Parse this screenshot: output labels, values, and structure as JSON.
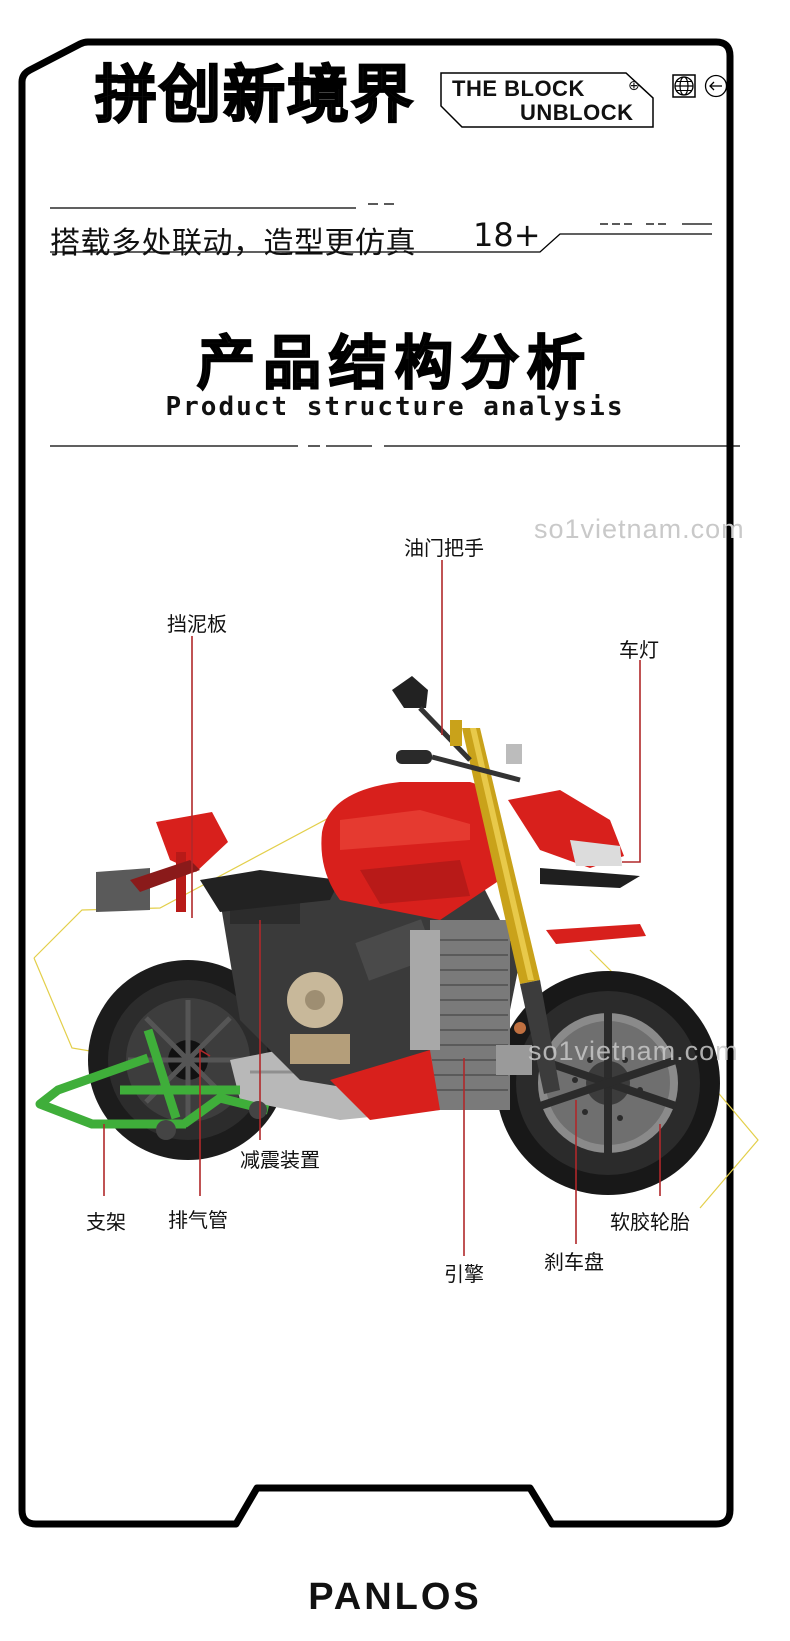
{
  "header": {
    "title": "拼创新境界",
    "tag_line1": "THE BLOCK",
    "tag_line2": "UNBLOCK",
    "tag_symbol": "⊕",
    "icons": [
      "globe-icon",
      "back-arrow-icon"
    ]
  },
  "subtitle": {
    "text": "搭载多处联动，造型更仿真",
    "age": "18+"
  },
  "section": {
    "title": "产品结构分析",
    "subtitle": "Product structure analysis"
  },
  "diagram": {
    "callouts": [
      {
        "label": "油门把手",
        "meaning": "throttle grip"
      },
      {
        "label": "挡泥板",
        "meaning": "fender"
      },
      {
        "label": "车灯",
        "meaning": "headlight"
      },
      {
        "label": "减震装置",
        "meaning": "shock absorber"
      },
      {
        "label": "支架",
        "meaning": "stand"
      },
      {
        "label": "排气管",
        "meaning": "exhaust pipe"
      },
      {
        "label": "软胶轮胎",
        "meaning": "soft rubber tire"
      },
      {
        "label": "引擎",
        "meaning": "engine"
      },
      {
        "label": "刹车盘",
        "meaning": "brake disc"
      }
    ],
    "watermark": "so1vietnam.com",
    "colors": {
      "leader_line": "#b0282a",
      "body_red": "#d8201c",
      "fork_gold": "#c9a21a",
      "stand_green": "#3fae3a",
      "outline_yellow": "#e3cf4a"
    }
  },
  "footer": {
    "brand": "PANLOS"
  }
}
